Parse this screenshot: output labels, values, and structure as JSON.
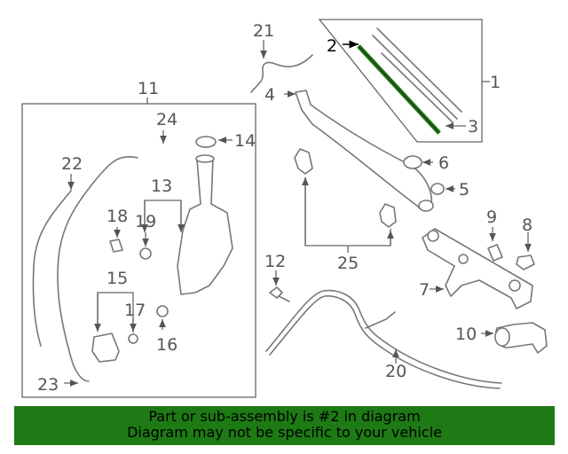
{
  "diagram": {
    "callouts": {
      "c1": "1",
      "c2": "2",
      "c3": "3",
      "c4": "4",
      "c5": "5",
      "c6": "6",
      "c7": "7",
      "c8": "8",
      "c9": "9",
      "c10": "10",
      "c11": "11",
      "c12": "12",
      "c13": "13",
      "c14": "14",
      "c15": "15",
      "c16": "16",
      "c17": "17",
      "c18": "18",
      "c19": "19",
      "c20": "20",
      "c21": "21",
      "c22": "22",
      "c23": "23",
      "c24": "24",
      "c25": "25"
    },
    "highlighted_part": "2",
    "highlight_color": "#1e7a14"
  },
  "banner": {
    "line1": "Part or sub-assembly is #2 in diagram",
    "line2": "Diagram may not be specific to your vehicle",
    "background": "#1e7a14"
  }
}
